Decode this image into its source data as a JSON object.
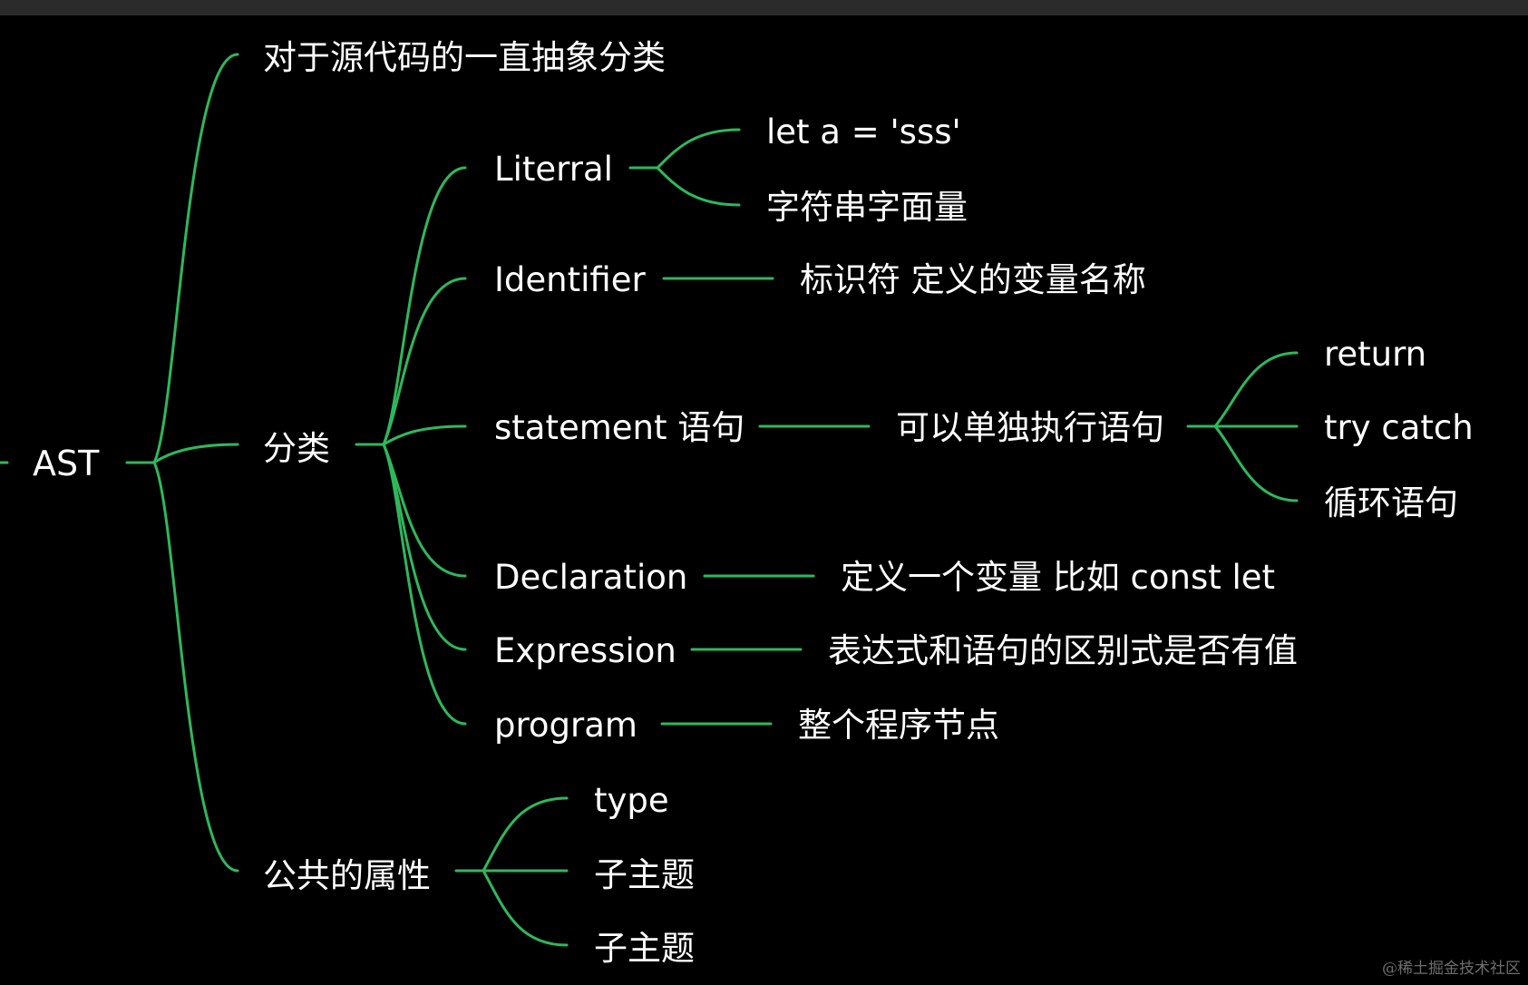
{
  "mindmap": {
    "root": "AST",
    "branches": [
      {
        "label": "对于源代码的一直抽象分类"
      },
      {
        "label": "分类",
        "children": [
          {
            "label": "Literral",
            "children": [
              {
                "label": "let a = 'sss'"
              },
              {
                "label": "字符串字面量"
              }
            ]
          },
          {
            "label": "Identifier",
            "children": [
              {
                "label": "标识符 定义的变量名称"
              }
            ]
          },
          {
            "label": "statement 语句",
            "children": [
              {
                "label": "可以单独执行语句",
                "children": [
                  {
                    "label": "return"
                  },
                  {
                    "label": "try catch"
                  },
                  {
                    "label": "循环语句"
                  }
                ]
              }
            ]
          },
          {
            "label": "Declaration",
            "children": [
              {
                "label": "定义一个变量 比如 const let"
              }
            ]
          },
          {
            "label": "Expression",
            "children": [
              {
                "label": "表达式和语句的区别式是否有值"
              }
            ]
          },
          {
            "label": "program",
            "children": [
              {
                "label": "整个程序节点"
              }
            ]
          }
        ]
      },
      {
        "label": "公共的属性",
        "children": [
          {
            "label": "type"
          },
          {
            "label": "子主题"
          },
          {
            "label": "子主题"
          }
        ]
      }
    ]
  },
  "watermark": "@稀土掘金技术社区",
  "colors": {
    "background": "#000000",
    "connector": "#2eb85c",
    "text": "#ffffff"
  }
}
